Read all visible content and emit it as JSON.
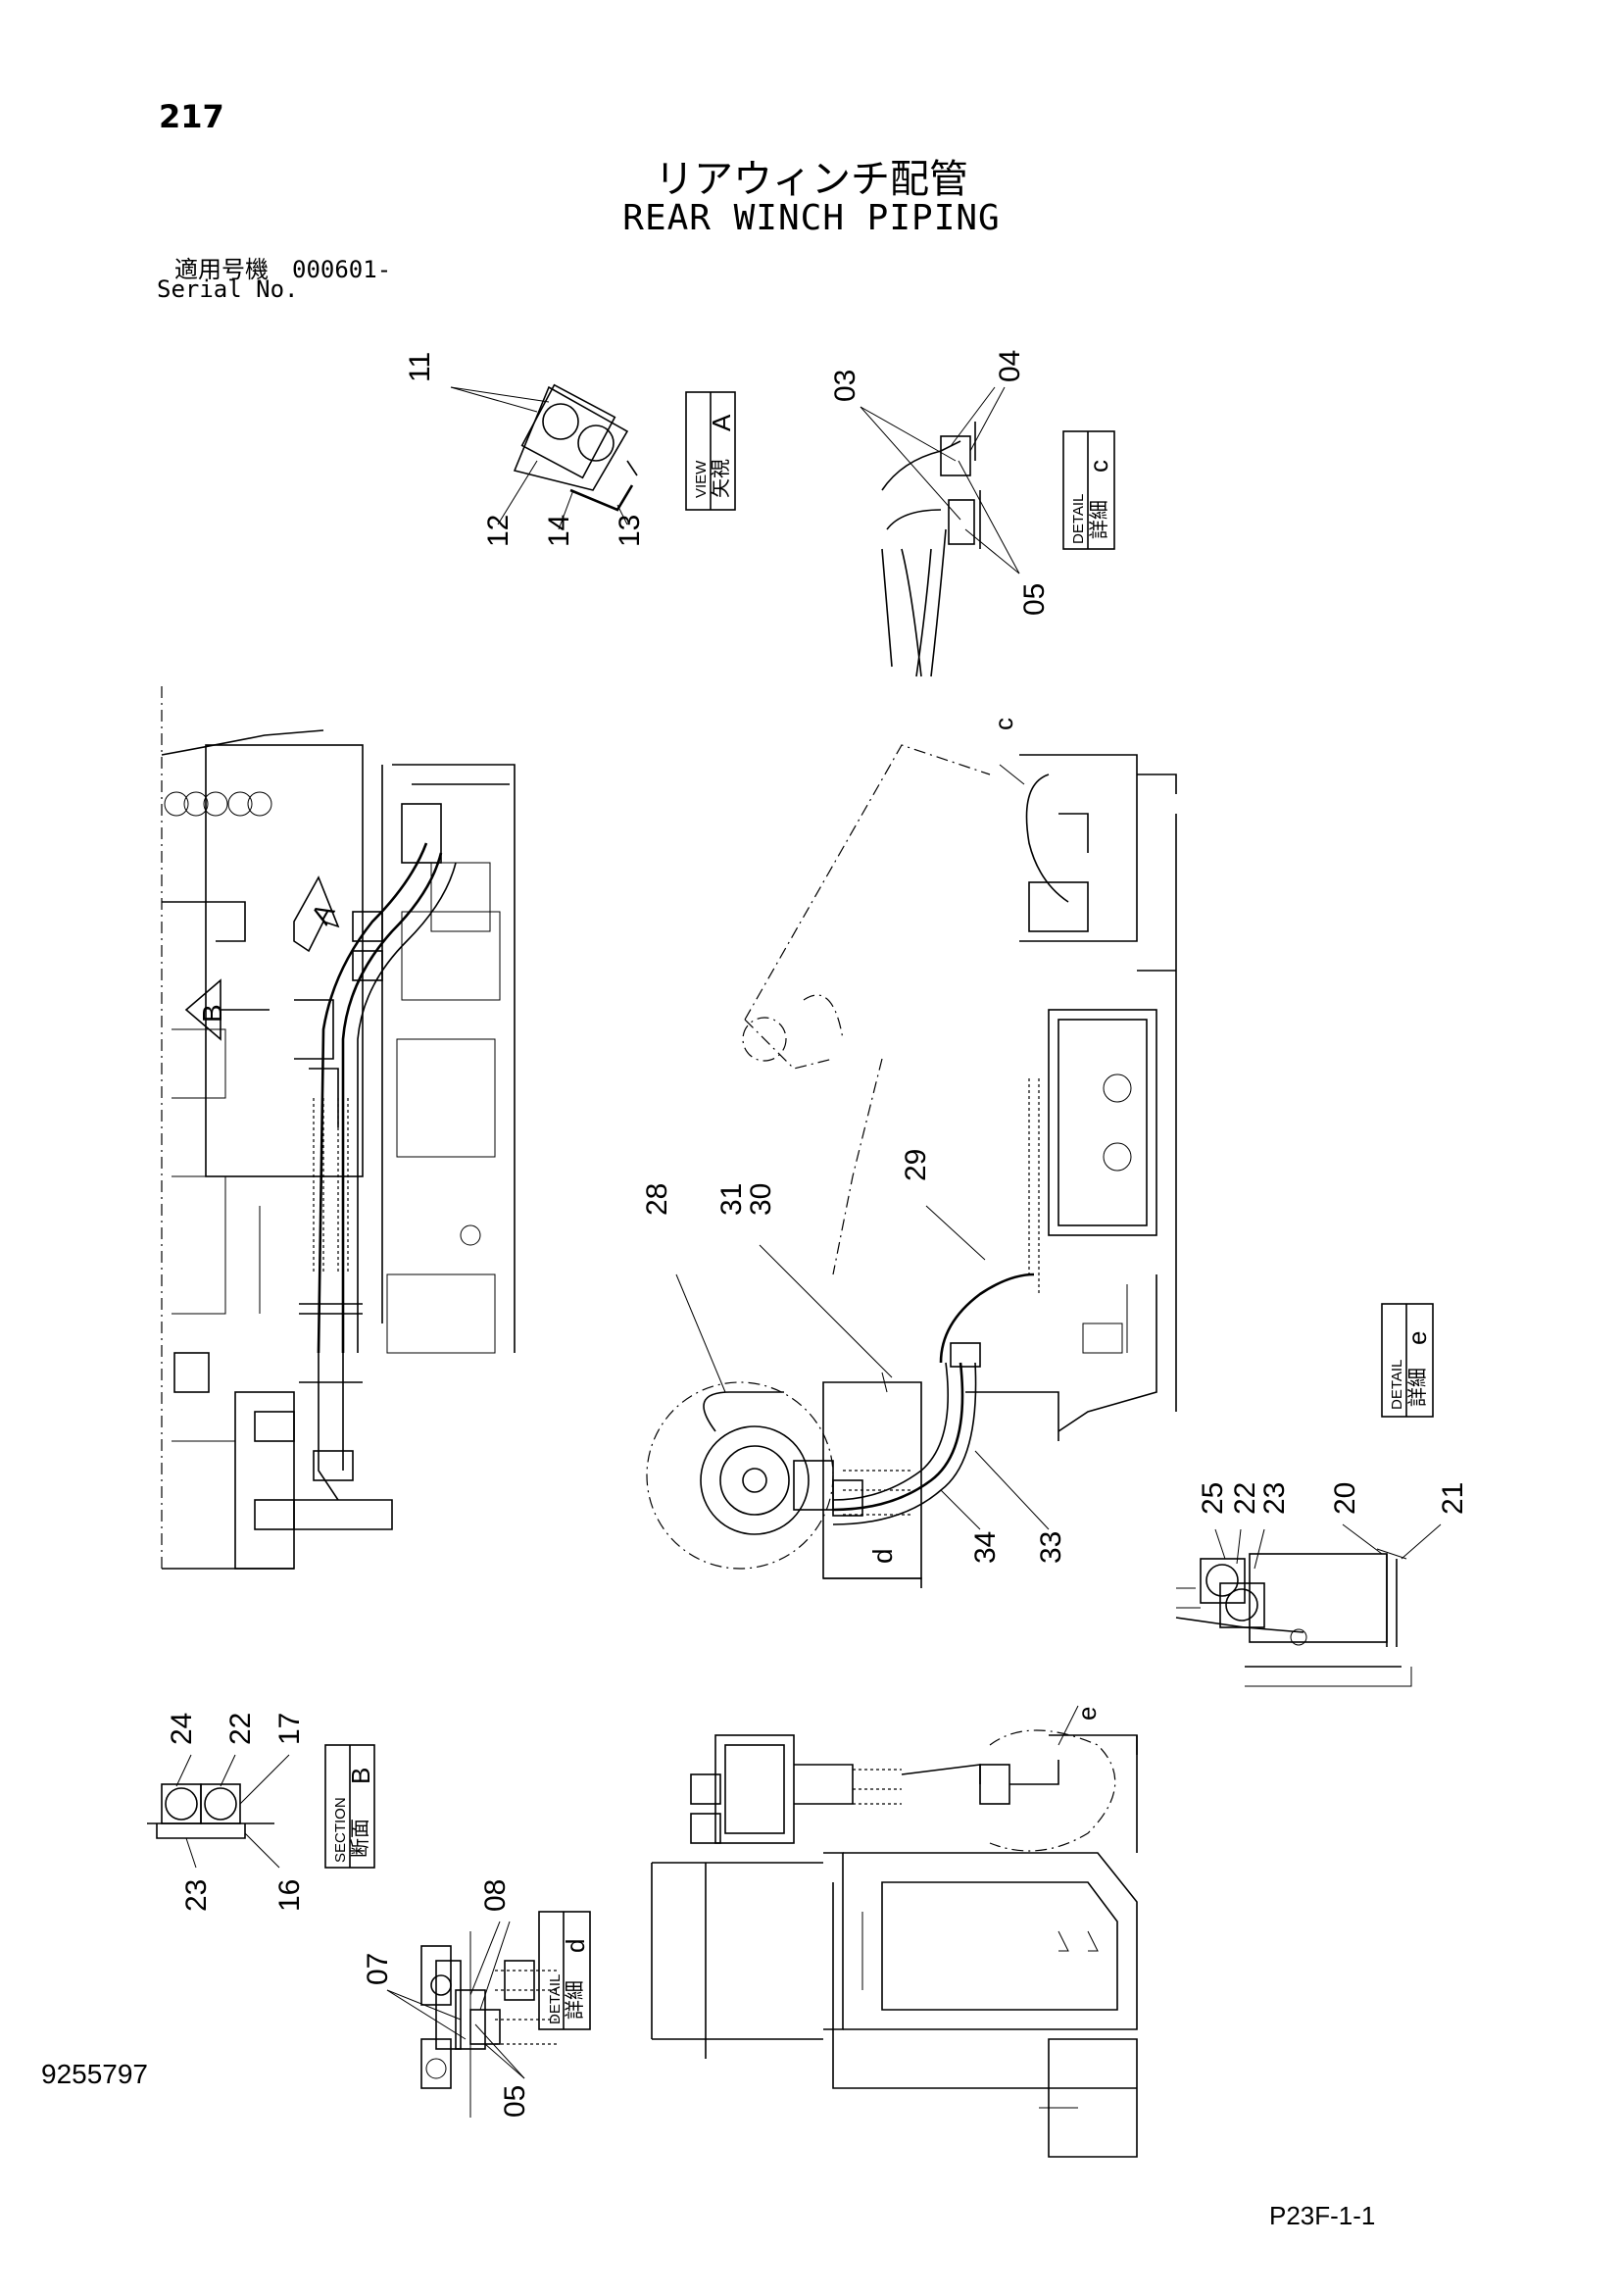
{
  "header": {
    "page_number": "217",
    "title_jp": "リアウィンチ配管",
    "title_en": "REAR WINCH PIPING",
    "serial_label_jp": "適用号機　000601-",
    "serial_label_en": "Serial No."
  },
  "views": {
    "view_a": {
      "jp": "矢視",
      "en": "VIEW",
      "letter": "A"
    },
    "detail_c": {
      "jp": "詳細",
      "en": "DETAIL",
      "letter": "c"
    },
    "detail_e": {
      "jp": "詳細",
      "en": "DETAIL",
      "letter": "e"
    },
    "section_b": {
      "jp": "断面",
      "en": "SECTION",
      "letter": "B"
    },
    "detail_d": {
      "jp": "詳細",
      "en": "DETAIL",
      "letter": "d"
    }
  },
  "callouts": {
    "c11": "11",
    "c12": "12",
    "c14": "14",
    "c13": "13",
    "c03": "03",
    "c04": "04",
    "c05a": "05",
    "c_c": "c",
    "c_A": "A",
    "c_B": "B",
    "c28": "28",
    "c31_30": "31\n30",
    "c31": "31",
    "c30": "30",
    "c29": "29",
    "c34": "34",
    "c33": "33",
    "c_d": "d",
    "c25": "25",
    "c22a": "22",
    "c23a": "23",
    "c20": "20",
    "c21": "21",
    "c24": "24",
    "c22b": "22",
    "c17": "17",
    "c23b": "23",
    "c16": "16",
    "c08": "08",
    "c07": "07",
    "c05b": "05",
    "c_e": "e"
  },
  "footer": {
    "document_number": "9255797",
    "figure_number": "P23F-1-1"
  }
}
